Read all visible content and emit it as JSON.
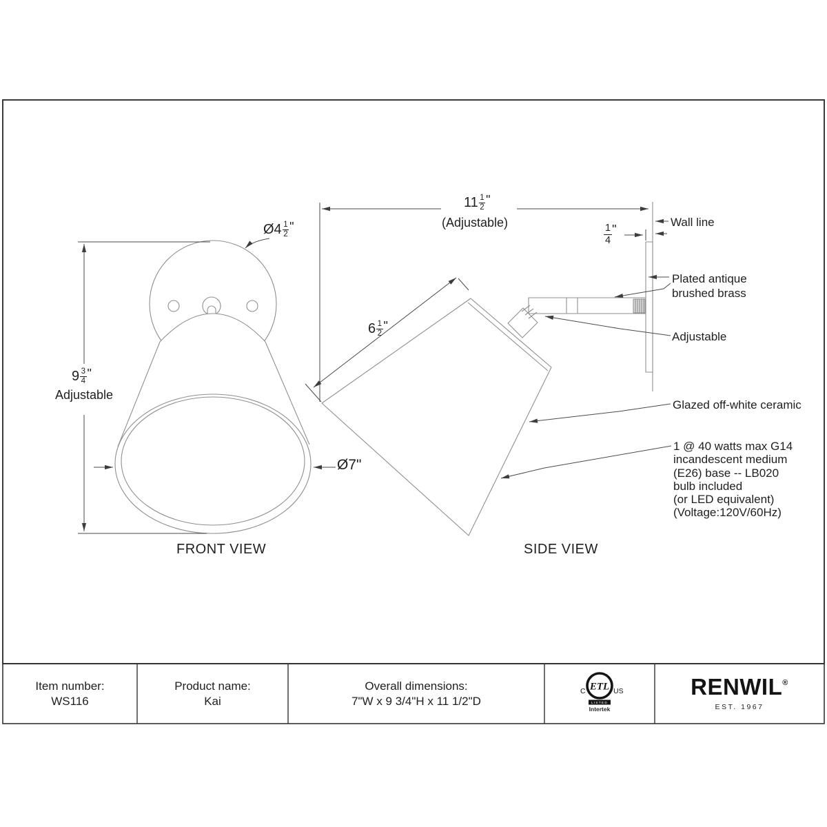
{
  "front_view": {
    "title": "FRONT VIEW",
    "dim_plate_diameter": {
      "prefix": "Ø4",
      "num": "1",
      "den": "2",
      "suffix": "\""
    },
    "dim_height": {
      "whole": "9",
      "num": "3",
      "den": "4",
      "suffix": "\"",
      "note": "Adjustable"
    },
    "dim_opening_diameter": "Ø7\""
  },
  "side_view": {
    "title": "SIDE VIEW",
    "dim_depth": {
      "whole": "11",
      "num": "1",
      "den": "2",
      "suffix": "\"",
      "note": "(Adjustable)"
    },
    "dim_wall_gap": {
      "num": "1",
      "den": "4",
      "suffix": "\""
    },
    "dim_shade_side": {
      "whole": "6",
      "num": "1",
      "den": "2",
      "suffix": "\""
    },
    "label_wall_line": "Wall line",
    "label_finish_line1": "Plated antique",
    "label_finish_line2": "brushed brass",
    "label_adjustable": "Adjustable",
    "label_ceramic": "Glazed off-white ceramic",
    "bulb_note": [
      "1 @ 40 watts max G14",
      "incandescent medium",
      "(E26) base -- LB020",
      "bulb included",
      "(or LED equivalent)",
      "(Voltage:120V/60Hz)"
    ]
  },
  "spec_table": {
    "item_label": "Item number:",
    "item_value": "WS116",
    "product_label": "Product name:",
    "product_value": "Kai",
    "dimensions_label": "Overall dimensions:",
    "dimensions_value": "7\"W x 9 3/4\"H x 11 1/2\"D"
  },
  "certification": {
    "left": "C",
    "right": "US",
    "mark": "ETL",
    "listed": "LISTED",
    "intertek": "Intertek"
  },
  "brand": {
    "name": "RENWIL",
    "registered": "®",
    "established": "EST. 1967"
  },
  "colors": {
    "background": "#ffffff",
    "fixture_line": "#8f8f8f",
    "dimension_line": "#4a4a4a",
    "border": "#3a3a3a",
    "text": "#1f1f1f"
  }
}
